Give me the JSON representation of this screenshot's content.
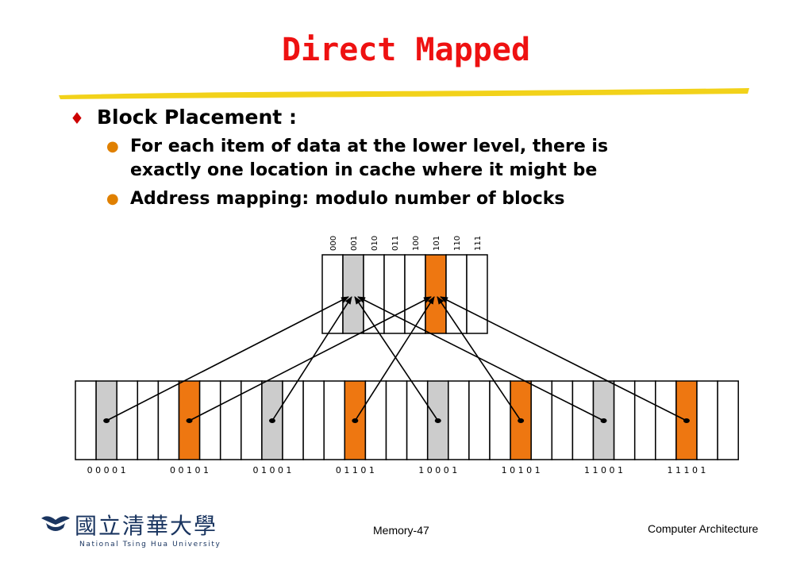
{
  "slide": {
    "title": "Direct Mapped",
    "bullet": {
      "glyph": "♦",
      "text": "Block Placement :"
    },
    "subbullets": [
      {
        "glyph": "●",
        "lines": [
          "For each item of data at the lower level, there is",
          "exactly one location in cache where it might be"
        ]
      },
      {
        "glyph": "●",
        "lines": [
          "Address mapping: modulo number of blocks"
        ]
      }
    ],
    "footer": {
      "center": "Memory-47",
      "right": "Computer Architecture"
    },
    "logo": {
      "chinese": "國立清華大學",
      "english": "National Tsing Hua University",
      "icon": "nthu-emblem-icon"
    }
  },
  "diagram": {
    "cache": {
      "labels": [
        "000",
        "001",
        "010",
        "011",
        "100",
        "101",
        "110",
        "111"
      ],
      "highlight": {
        "1": "#cccccc",
        "5": "#ee7711"
      }
    },
    "memory": {
      "blocks": 32,
      "highlight": {
        "1": "#cccccc",
        "5": "#ee7711",
        "9": "#cccccc",
        "13": "#ee7711",
        "17": "#cccccc",
        "21": "#ee7711",
        "25": "#cccccc",
        "29": "#ee7711"
      },
      "address_labels": [
        "0 0 0 0 1",
        "0 0 1 0 1",
        "0 1 0 0 1",
        "0 1 1 0 1",
        "1 0 0 0 1",
        "1 0 1 0 1",
        "1 1 0 0 1",
        "1 1 1 0 1"
      ]
    },
    "mappings": [
      {
        "from": 1,
        "to": 1
      },
      {
        "from": 5,
        "to": 5
      },
      {
        "from": 9,
        "to": 1
      },
      {
        "from": 13,
        "to": 5
      },
      {
        "from": 17,
        "to": 1
      },
      {
        "from": 21,
        "to": 5
      },
      {
        "from": 25,
        "to": 1
      },
      {
        "from": 29,
        "to": 5
      }
    ],
    "colors": {
      "gray": "#cccccc",
      "orange": "#ee7711",
      "title": "#ee1111",
      "underline": "#f2d21a"
    }
  }
}
